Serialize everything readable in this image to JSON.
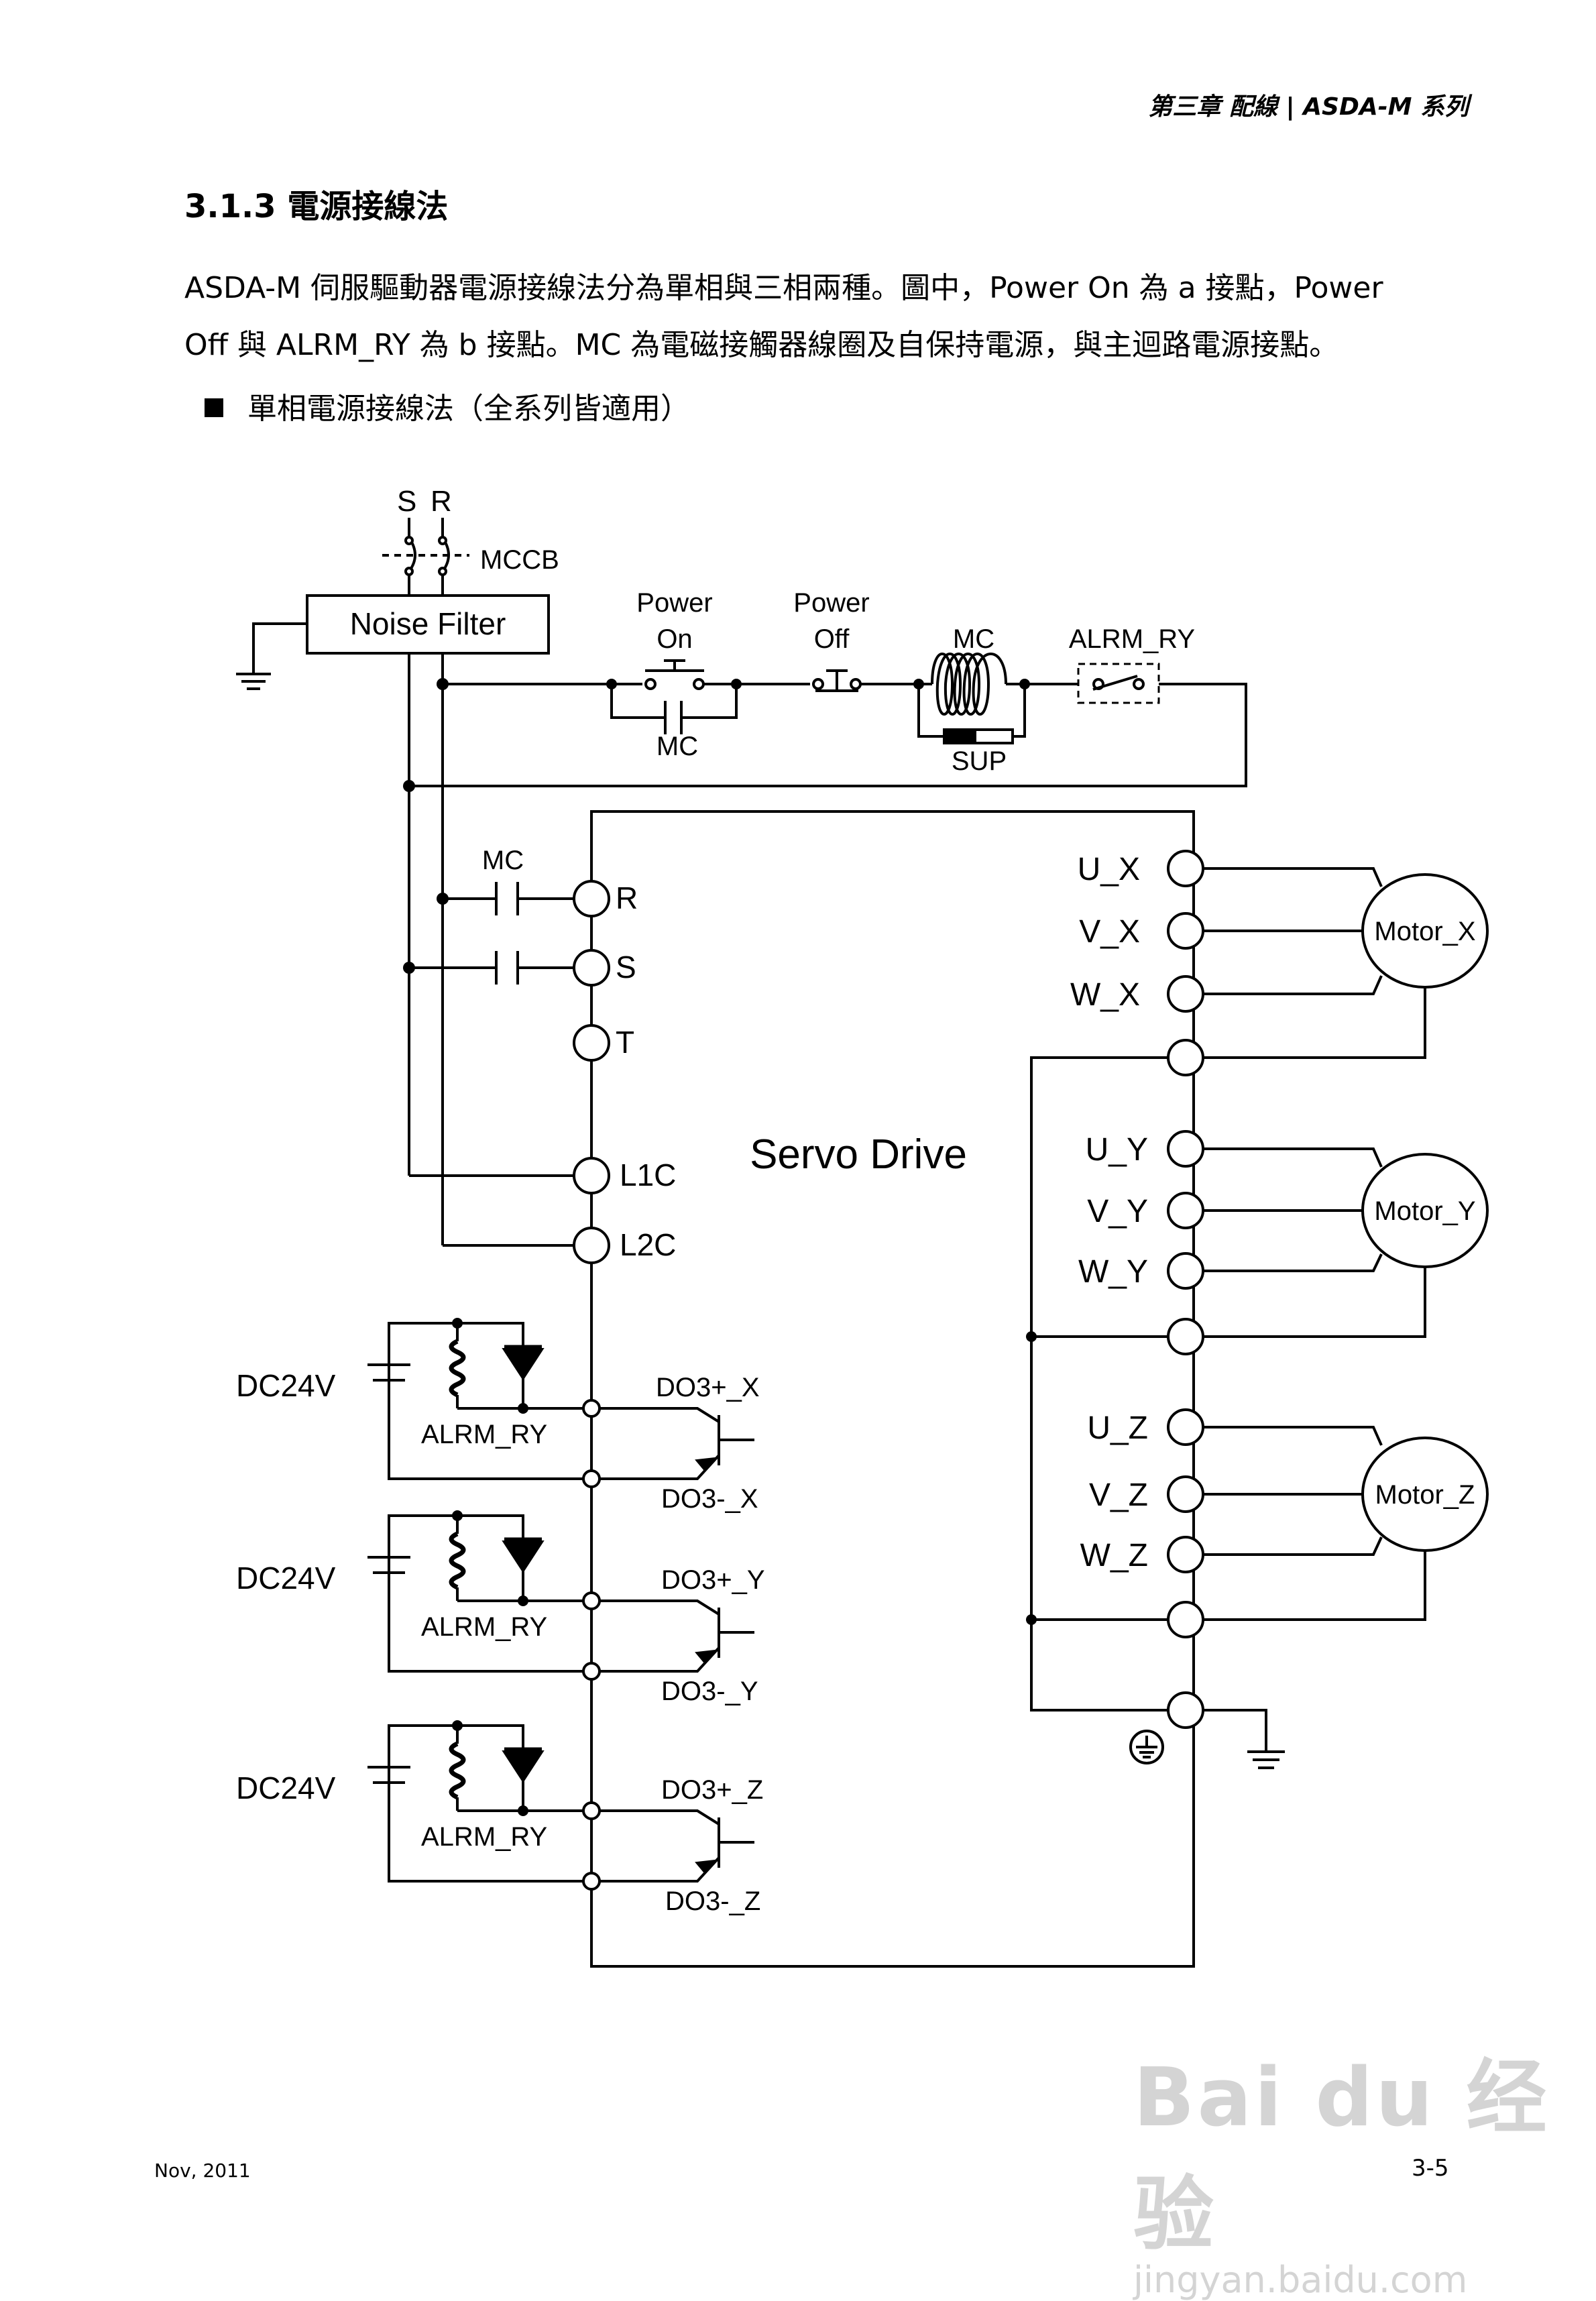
{
  "header": {
    "chapter": "第三章 配線 | ASDA-M 系列"
  },
  "section": {
    "title": "3.1.3  電源接線法",
    "para_line1": "ASDA-M 伺服驅動器電源接線法分為單相與三相兩種。圖中，Power On 為 a 接點，Power",
    "para_line2": "Off 與 ALRM_RY 為 b 接點。MC 為電磁接觸器線圈及自保持電源，與主迴路電源接點。",
    "bullet": "單相電源接線法（全系列皆適用）"
  },
  "diagram": {
    "phase_s": "S",
    "phase_r": "R",
    "mccb": "MCCB",
    "noise_filter": "Noise Filter",
    "power_on_l1": "Power",
    "power_on_l2": "On",
    "power_off_l1": "Power",
    "power_off_l2": "Off",
    "mc_coil": "MC",
    "alrm_ry_top": "ALRM_RY",
    "mc_hold": "MC",
    "sup": "SUP",
    "mc_main": "MC",
    "term_r": "R",
    "term_s": "S",
    "term_t": "T",
    "term_l1c": "L1C",
    "term_l2c": "L2C",
    "servo_drive": "Servo Drive",
    "axis_x": {
      "u": "U_X",
      "v": "V_X",
      "w": "W_X",
      "motor": "Motor_X"
    },
    "axis_y": {
      "u": "U_Y",
      "v": "V_Y",
      "w": "W_Y",
      "motor": "Motor_Y"
    },
    "axis_z": {
      "u": "U_Z",
      "v": "V_Z",
      "w": "W_Z",
      "motor": "Motor_Z"
    },
    "relay_x": {
      "dc": "DC24V",
      "alrm": "ALRM_RY",
      "do_plus": "DO3+_X",
      "do_minus": "DO3-_X"
    },
    "relay_y": {
      "dc": "DC24V",
      "alrm": "ALRM_RY",
      "do_plus": "DO3+_Y",
      "do_minus": "DO3-_Y"
    },
    "relay_z": {
      "dc": "DC24V",
      "alrm": "ALRM_RY",
      "do_plus": "DO3+_Z",
      "do_minus": "DO3-_Z"
    }
  },
  "footer": {
    "date": "Nov, 2011",
    "page": "3-5"
  },
  "watermark": {
    "brand": "Bai du 经验",
    "url": "jingyan.baidu.com"
  }
}
